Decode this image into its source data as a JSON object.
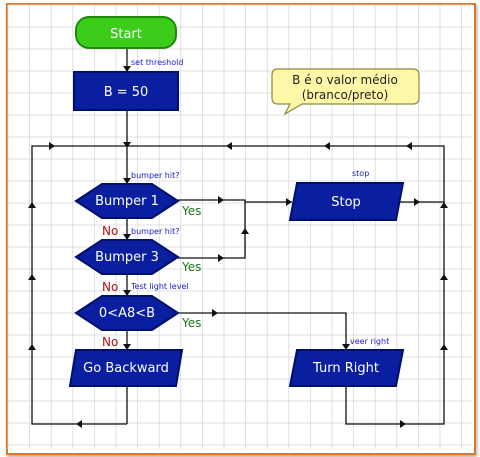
{
  "nodes": {
    "start": "Start",
    "assign": "B = 50",
    "bumper1": "Bumper 1",
    "bumper3": "Bumper 3",
    "light_test": "0<A8<B",
    "stop": "Stop",
    "go_backward": "Go Backward",
    "turn_right": "Turn Right"
  },
  "comment": {
    "line1": "B é o valor médio",
    "line2": "(branco/preto)"
  },
  "step_labels": {
    "set_threshold": "set threshold",
    "bumper_hit_1": "bumper hit?",
    "bumper_hit_2": "bumper hit?",
    "test_light": "Test light level",
    "stop": "stop",
    "veer_right": "veer right"
  },
  "branch_labels": {
    "yes1": "Yes",
    "yes2": "Yes",
    "yes3": "Yes",
    "no1": "No",
    "no2": "No",
    "no3": "No"
  },
  "colors": {
    "block_fill": "#0a1fa0",
    "block_stroke": "#00106a",
    "start_fill": "#3ccc1a",
    "start_stroke": "#1e8a0a",
    "comment_fill": "#fff7a8",
    "comment_stroke": "#8a8a40",
    "grid": "#d8d8d8",
    "frame": "#e07a2a"
  }
}
